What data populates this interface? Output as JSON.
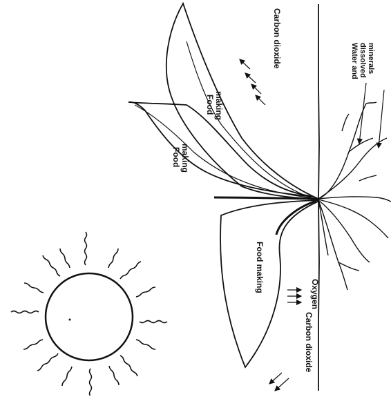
{
  "diagram": {
    "labels": {
      "carbon_dioxide_top": "Carbon dioxide",
      "carbon_dioxide_bottom": "Carbon dioxide",
      "water_line1": "Water and",
      "water_line2": "dissolved",
      "water_line3": "minerals",
      "food_making_1_line1": "Food",
      "food_making_1_line2": "making",
      "food_making_2_line1": "Food",
      "food_making_2_line2": "making",
      "food_making_3": "Food making",
      "oxygen": "Oxygen"
    }
  }
}
